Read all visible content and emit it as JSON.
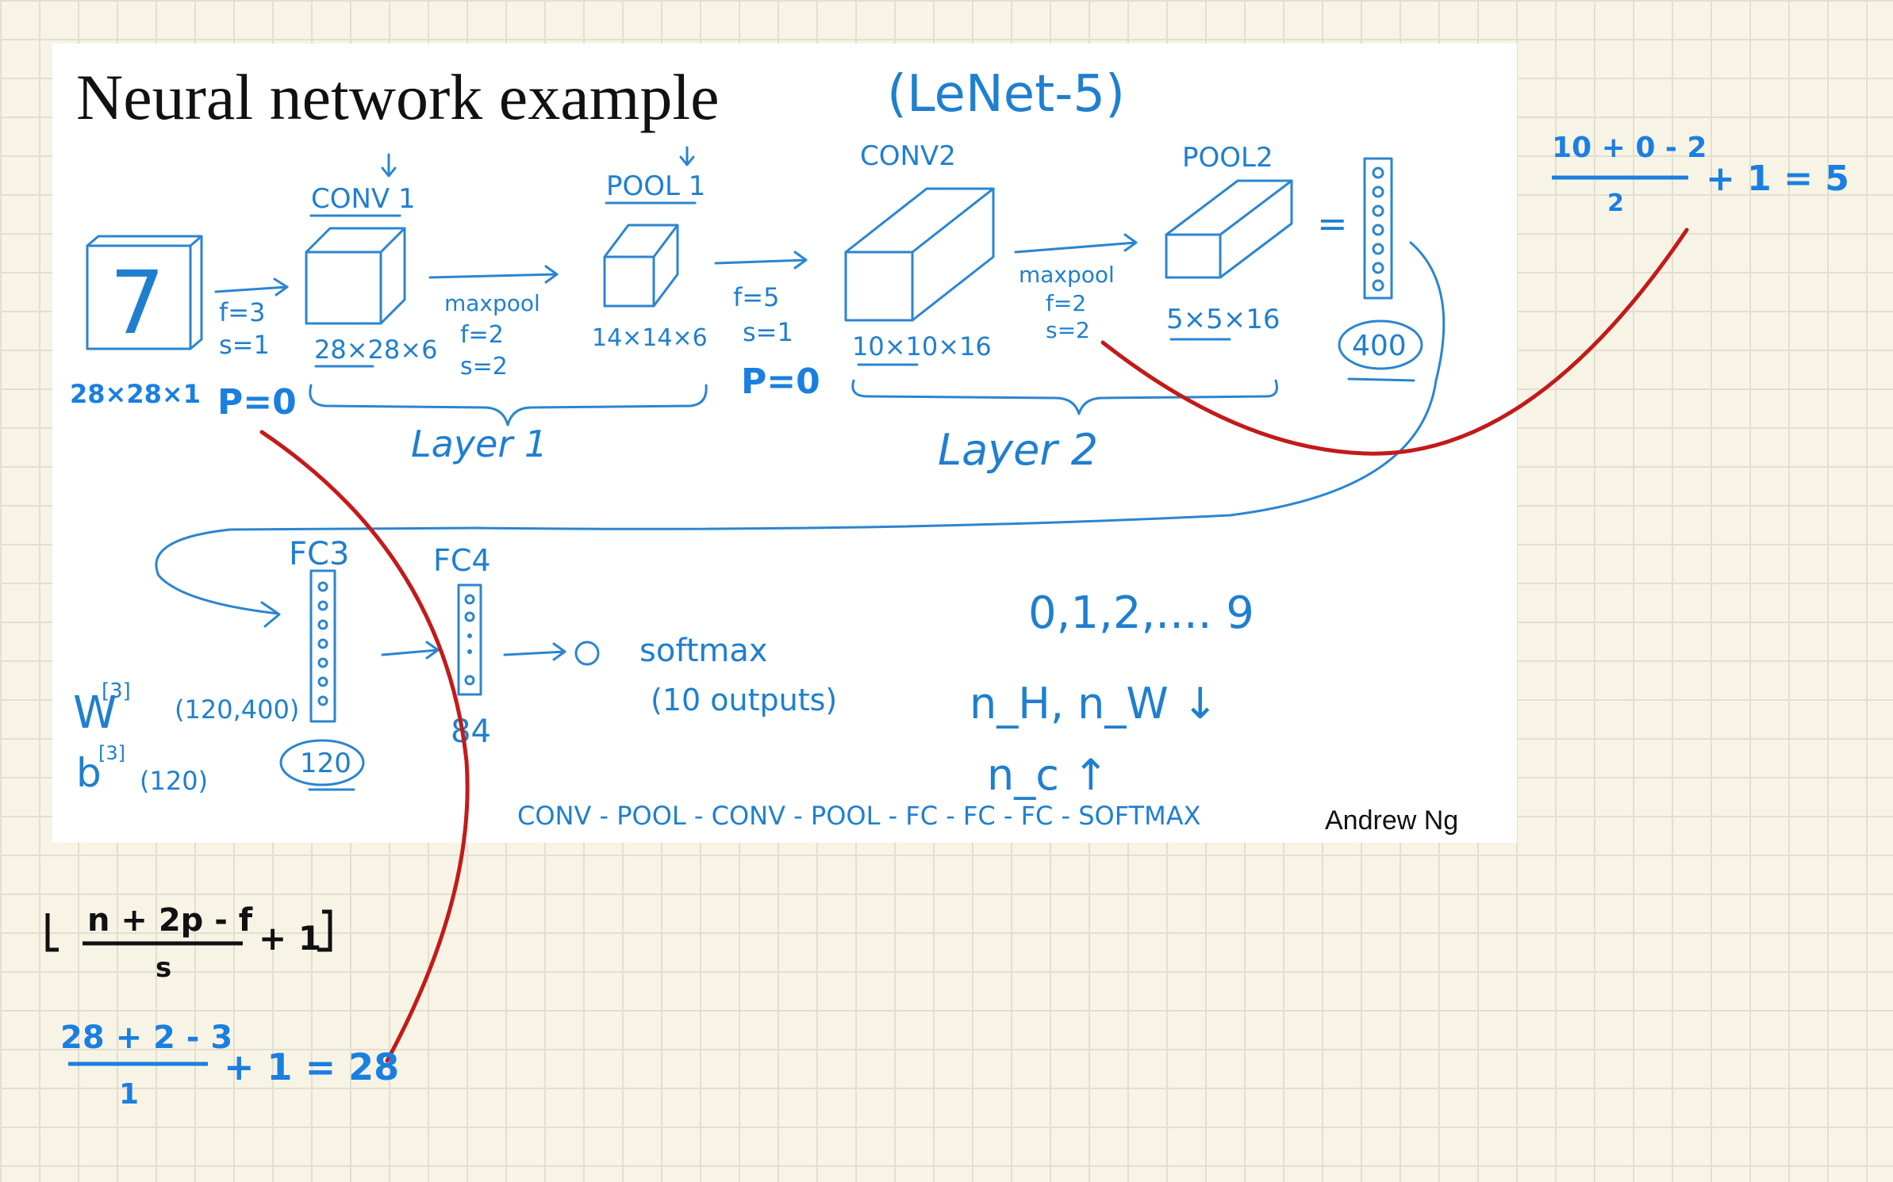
{
  "slide": {
    "title": "Neural network example",
    "title_note": "(LeNet-5)",
    "author": "Andrew Ng"
  },
  "input": {
    "digit": "7",
    "shape": "28×28×1",
    "f": "f=3",
    "s": "s=1",
    "p": "P=0"
  },
  "conv1": {
    "label": "CONV 1",
    "shape": "28×28×6"
  },
  "pool1": {
    "label": "POOL 1",
    "op": "maxpool",
    "f": "f=2",
    "s": "s=2",
    "shape": "14×14×6"
  },
  "between": {
    "f": "f=5",
    "s": "s=1",
    "p": "P=0"
  },
  "conv2": {
    "label": "CONV2",
    "shape": "10×10×16"
  },
  "pool2": {
    "label": "POOL2",
    "op": "maxpool",
    "f": "f=2",
    "s": "s=2",
    "shape": "5×5×16"
  },
  "flatten": {
    "eq": "=",
    "size": "400"
  },
  "layers": {
    "layer1": "Layer 1",
    "layer2": "Layer 2"
  },
  "fc": {
    "fc3_label": "FC3",
    "fc3_size": "120",
    "fc4_label": "FC4",
    "fc4_size": "84",
    "w_sym": "W",
    "w_sup": "[3]",
    "w_shape": "(120,400)",
    "b_sym": "b",
    "b_sup": "[3]",
    "b_shape": "(120)"
  },
  "output": {
    "label": "softmax",
    "detail": "(10 outputs)",
    "classes": "0,1,2,.... 9"
  },
  "trend": {
    "nhw": "n_H, n_W ↓",
    "nc": "n_c ↑"
  },
  "pipeline": "CONV - POOL - CONV - POOL - FC - FC - FC - SOFTMAX",
  "notes": {
    "pool2_num": "10 + 0 - 2",
    "pool2_den": "2",
    "pool2_rest": "+ 1 = 5",
    "general_num": "n + 2p - f",
    "general_den": "s",
    "general_rest": "+ 1",
    "conv1_num": "28 + 2 - 3",
    "conv1_den": "1",
    "conv1_rest": "+ 1 = 28"
  },
  "colors": {
    "ink_blue": "#2b85d0",
    "ink_red": "#c31a1a",
    "ink_black": "#111111",
    "paper": "#f7f4e6"
  }
}
